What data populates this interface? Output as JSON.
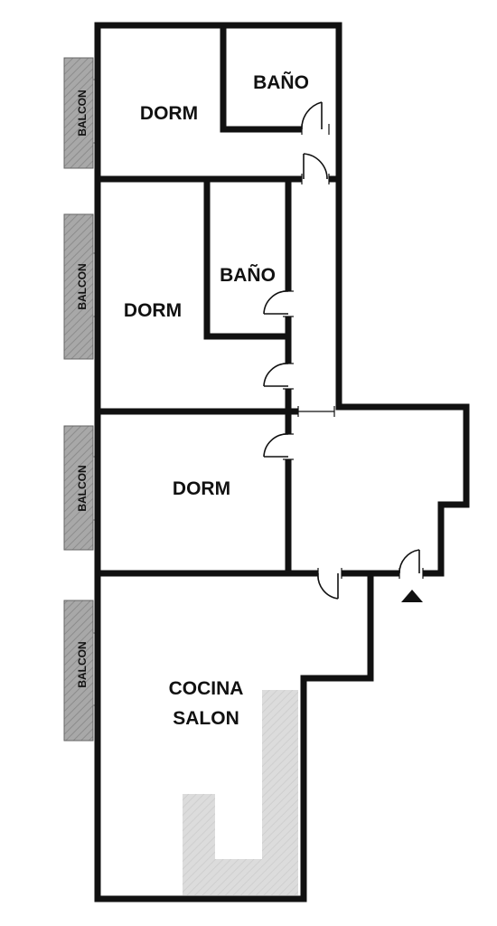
{
  "rooms": {
    "bath_top": "BAÑO",
    "bed_top": "DORM",
    "bath_mid": "BAÑO",
    "bed_mid": "DORM",
    "bed_low": "DORM",
    "living_line1": "COCINA",
    "living_line2": "SALON"
  },
  "balconies": [
    "BALCON",
    "BALCON",
    "BALCON",
    "BALCON"
  ],
  "colors": {
    "wall": "#111111",
    "balcony_fill": "#a6a6a6",
    "kitchen_counter": "#d9d9d9",
    "entrance_marker": "#111111"
  },
  "icons": {
    "door": "door-swing-icon",
    "entrance": "entrance-triangle-icon"
  }
}
